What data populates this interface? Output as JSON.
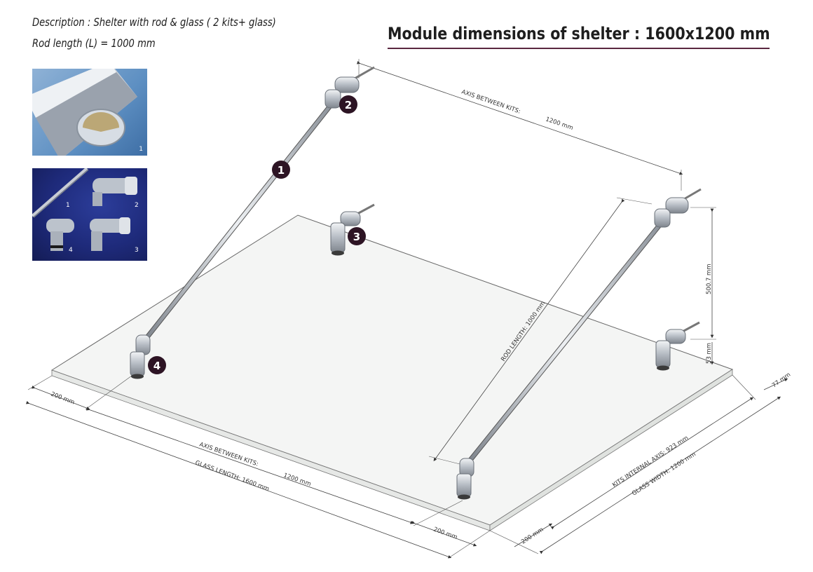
{
  "description": {
    "line1": "Description : Shelter with rod & glass  ( 2 kits+ glass)",
    "line2": "Rod length (L) = 1000 mm"
  },
  "title": "Module dimensions of shelter : 1600x1200 mm",
  "photos": {
    "photo1": {
      "label": "1"
    },
    "photo2": {
      "labels": [
        "1",
        "2",
        "3",
        "4"
      ]
    }
  },
  "callouts": [
    "1",
    "2",
    "3",
    "4"
  ],
  "dimensions": {
    "axis_between_kits_top": "AXIS BETWEEN KITS:",
    "axis_between_kits_top_value": "1200 mm",
    "rod_length": "ROD LENGTH: 1000 mm",
    "height": "500.7 mm",
    "small_height": "53 mm",
    "right_offset": "77 mm",
    "left_offset": "200 mm",
    "axis_between_kits_bottom": "AXIS BETWEEN KITS:",
    "axis_between_kits_bottom_value": "1200 mm",
    "glass_length": "GLASS LENGTH: 1600 mm",
    "bottom_offset": "200 mm",
    "bottom_right_offset": "200 mm",
    "kits_internal_axis": "KITS INTERNAL AXIS: 923 mm",
    "glass_width": "GLASS WIDTH: 1200 mm"
  },
  "colors": {
    "callout_fill": "#2d1424",
    "accent_rule": "#5a2740",
    "glass_fill": "#f4f5f4",
    "photo_bg_1": "#5d8fc2",
    "photo_bg_2": "#1e2a7a"
  }
}
